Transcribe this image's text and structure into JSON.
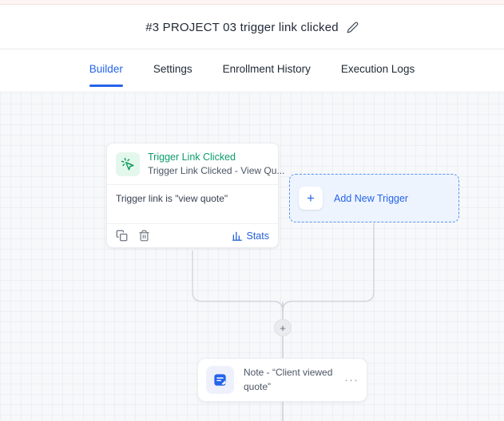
{
  "header": {
    "title": "#3 PROJECT 03 trigger link clicked"
  },
  "tabs": [
    {
      "label": "Builder",
      "active": true
    },
    {
      "label": "Settings",
      "active": false
    },
    {
      "label": "Enrollment History",
      "active": false
    },
    {
      "label": "Execution Logs",
      "active": false
    }
  ],
  "canvas": {
    "trigger_card": {
      "title": "Trigger Link Clicked",
      "subtitle": "Trigger Link Clicked - View Qu...",
      "body": "Trigger link is \"view quote\"",
      "stats_label": "Stats"
    },
    "add_new_trigger": {
      "plus": "+",
      "label": "Add New Trigger"
    },
    "plus_node": "+",
    "note_card": {
      "label": "Note - “Client viewed quote”",
      "menu": "···"
    }
  },
  "colors": {
    "accent_blue": "#2563eb",
    "trigger_green": "#0c9d6d",
    "canvas_bg": "#f7f8fa",
    "connector_gray": "#d3d7dd",
    "add_trigger_bg": "#edf4fe",
    "banner_pink": "#fdf5f3"
  }
}
